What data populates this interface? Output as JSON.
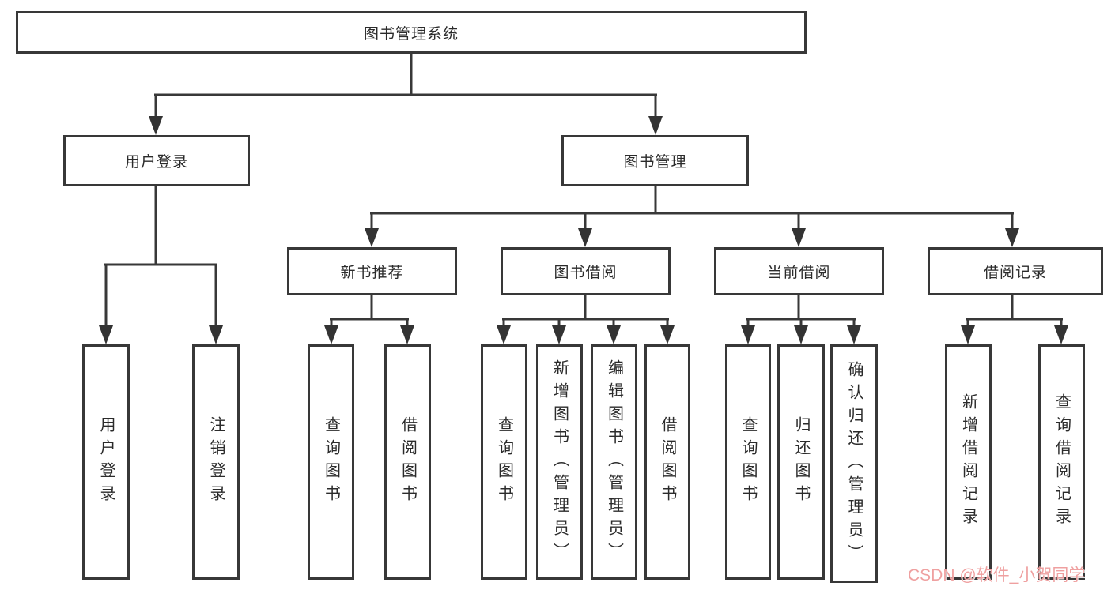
{
  "tree": {
    "root": {
      "label": "图书管理系统",
      "children": [
        {
          "label": "用户登录",
          "children": [
            {
              "label": "用户登录"
            },
            {
              "label": "注销登录"
            }
          ]
        },
        {
          "label": "图书管理",
          "children": [
            {
              "label": "新书推荐",
              "children": [
                {
                  "label": "查询图书"
                },
                {
                  "label": "借阅图书"
                }
              ]
            },
            {
              "label": "图书借阅",
              "children": [
                {
                  "label": "查询图书"
                },
                {
                  "label": "新增图书（管理员）"
                },
                {
                  "label": "编辑图书（管理员）"
                },
                {
                  "label": "借阅图书"
                }
              ]
            },
            {
              "label": "当前借阅",
              "children": [
                {
                  "label": "查询图书"
                },
                {
                  "label": "归还图书"
                },
                {
                  "label": "确认归还（管理员）"
                }
              ]
            },
            {
              "label": "借阅记录",
              "children": [
                {
                  "label": "新增借阅记录"
                },
                {
                  "label": "查询借阅记录"
                }
              ]
            }
          ]
        }
      ]
    }
  },
  "watermark": {
    "text": "CSDN @软件_小贺同学",
    "color": "#efa0a0"
  },
  "colors": {
    "line": "#383838",
    "box_border": "#383838",
    "text": "#2b2b2b",
    "background": "#ffffff"
  }
}
